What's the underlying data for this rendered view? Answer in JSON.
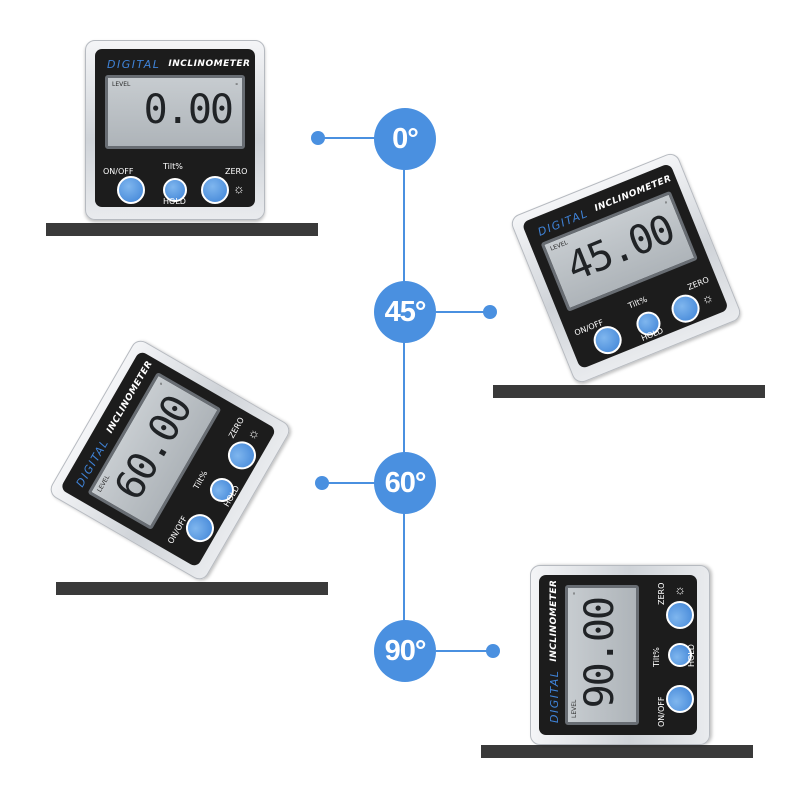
{
  "angles": [
    "0°",
    "45°",
    "60°",
    "90°"
  ],
  "device": {
    "brand": "DIGITAL",
    "model": "INCLINOMETER",
    "level_label": "LEVEL",
    "on_off": "ON/OFF",
    "tilt": "Tilt%",
    "hold": "HOLD",
    "zero": "ZERO"
  },
  "readings": [
    "0.00",
    "45.00",
    "60.00",
    "90.00"
  ],
  "colors": {
    "accent": "#4a90e0",
    "shelf": "#3a3a3a",
    "face": "#1c1c1c",
    "button": "#3d82d6"
  },
  "icons": [
    "light-icon"
  ]
}
